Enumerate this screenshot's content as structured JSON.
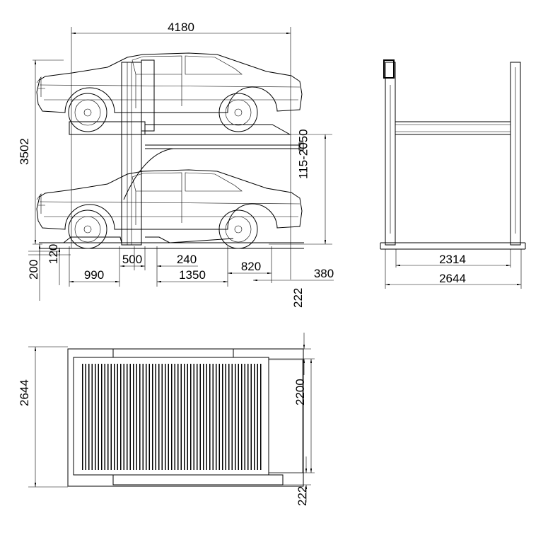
{
  "side_view": {
    "overall_length": "4180",
    "overall_height": "3502",
    "lift_range": "115-2050",
    "post_width": "500",
    "post_offset": "240",
    "rear_gap": "990",
    "platform_span": "1350",
    "front_gap": "820",
    "front_overhang": "380",
    "platform_thickness": "120",
    "base_height": "200"
  },
  "front_view": {
    "inner_width": "2314",
    "outer_width": "2644"
  },
  "top_view": {
    "overall_width": "2644",
    "platform_width": "2200",
    "top_offset": "222",
    "bottom_offset": "222"
  }
}
